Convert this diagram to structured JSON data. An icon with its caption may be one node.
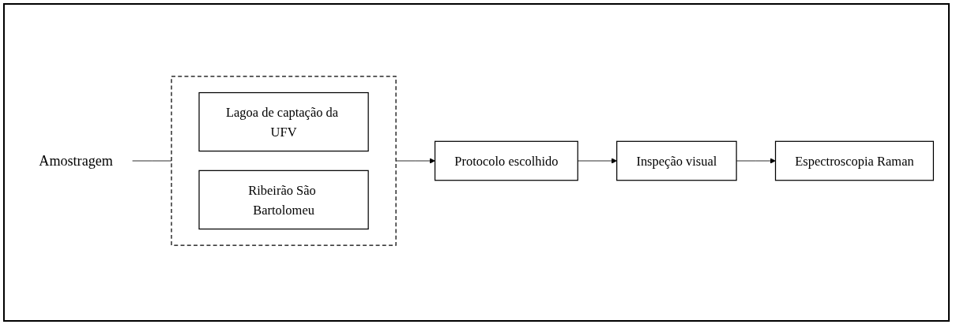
{
  "diagram": {
    "nodes": [
      {
        "text": [
          "Amostragem"
        ]
      },
      {
        "text": [],
        "shape": "box"
      },
      {
        "text": [
          "Lagoa de captação da UFV"
        ],
        "in": 1
      },
      {
        "text": [
          "Ribeirão São Bartolomeu"
        ],
        "in": 1
      },
      {
        "text": [
          "Protocolo escolhido"
        ]
      },
      {
        "text": [
          "Inspeção visual"
        ]
      },
      {
        "text": [
          "Espectroscopia Raman"
        ]
      }
    ],
    "edges": [
      {
        "from": 0,
        "to": 1,
        "arrow": "none"
      },
      {
        "from": 1,
        "to": 4,
        "arrow": "to"
      },
      {
        "from": 4,
        "to": 5,
        "arrow": "to"
      },
      {
        "from": 5,
        "to": 6,
        "arrow": "to"
      }
    ]
  }
}
